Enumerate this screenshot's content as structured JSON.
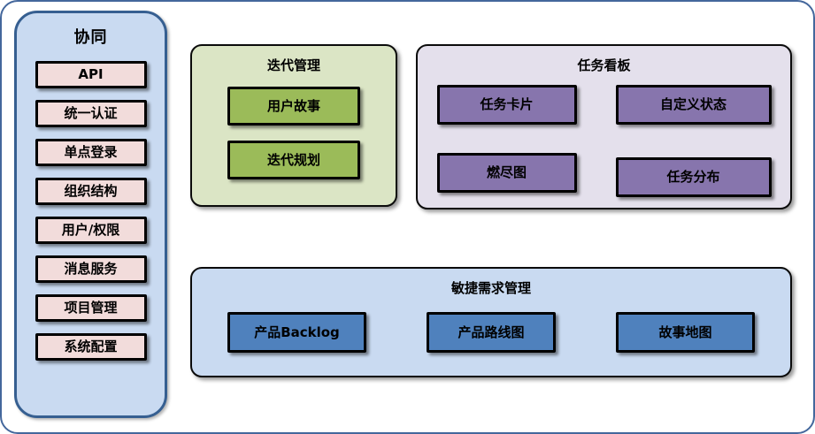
{
  "sidebar": {
    "title": "协同",
    "items": [
      "API",
      "统一认证",
      "单点登录",
      "组织结构",
      "用户/权限",
      "消息服务",
      "项目管理",
      "系统配置"
    ]
  },
  "groups": [
    {
      "title": "迭代管理",
      "items": [
        "用户故事",
        "迭代规划"
      ]
    },
    {
      "title": "任务看板",
      "items": [
        "任务卡片",
        "自定义状态",
        "燃尽图",
        "任务分布"
      ]
    },
    {
      "title": "敏捷需求管理",
      "items": [
        "产品Backlog",
        "产品路线图",
        "故事地图"
      ]
    }
  ],
  "palette": {
    "outer-border": "#44679C",
    "sidebar-fill": "#C9DAF1",
    "sidebar-border": "#365F91",
    "pink-item": "#F2DCDB",
    "green-fill": "#DBE5C5",
    "green-item": "#9BBB59",
    "purple-fill": "#E4E0EC",
    "purple-item": "#8775AD",
    "blue-fill": "#C9DAF1",
    "blue-item": "#4F81BD"
  }
}
